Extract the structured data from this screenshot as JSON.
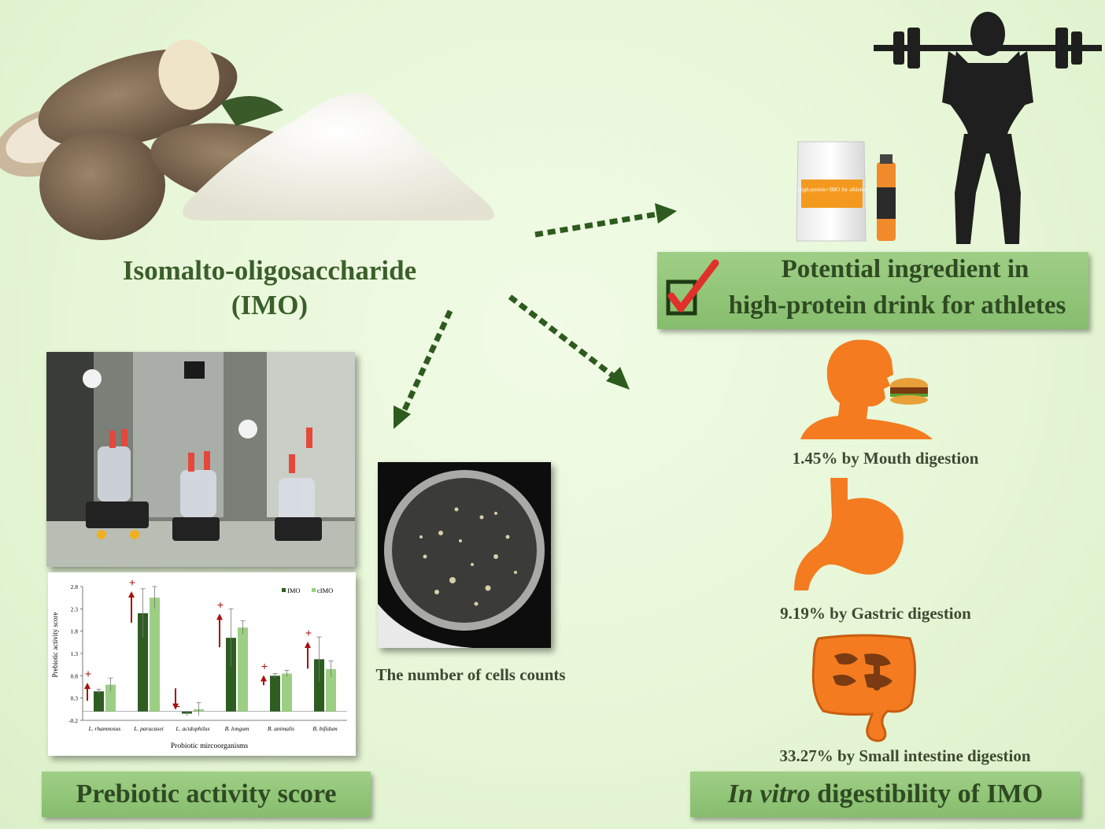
{
  "title": {
    "line1": "Isomalto-oligosaccharide",
    "line2": "(IMO)"
  },
  "athlete": {
    "line1": "Potential ingredient in",
    "line2": "high-protein drink for athletes",
    "bag_label": "High-protein+IMO for athletes"
  },
  "digestion": {
    "mouth": "1.45% by Mouth digestion",
    "gastric": "9.19% by Gastric digestion",
    "intestine": "33.27% by Small intestine digestion",
    "banner_italic": "In vitro",
    "banner_rest": " digestibility of IMO"
  },
  "cells_caption": "The number of cells counts",
  "prebiotic_banner": "Prebiotic activity score",
  "chart_data": {
    "type": "bar",
    "categories": [
      "L. rhamnosus",
      "L. paracasei",
      "L. acidophilus",
      "B. longum",
      "B. animalis",
      "B. bifidum"
    ],
    "series": [
      {
        "name": "IMO",
        "values": [
          0.45,
          2.2,
          -0.05,
          1.65,
          0.8,
          1.17
        ],
        "errors": [
          0.05,
          0.55,
          0.05,
          0.65,
          0.05,
          0.5
        ],
        "color": "#2e5d22"
      },
      {
        "name": "cIMO",
        "values": [
          0.6,
          2.55,
          0.05,
          1.88,
          0.85,
          0.95
        ],
        "errors": [
          0.15,
          0.25,
          0.15,
          0.15,
          0.07,
          0.18
        ],
        "color": "#9ccf83"
      }
    ],
    "signs": [
      "+",
      "+",
      "−",
      "+",
      "+",
      "+"
    ],
    "sign_directions": [
      "up",
      "up",
      "down",
      "up",
      "up",
      "up"
    ],
    "ylabel": "Prebiotic activity score",
    "xlabel": "Probiotic mircoorganisms",
    "yticks": [
      "2.8",
      "2.3",
      "1.8",
      "1.3",
      "0.8",
      "0.3",
      "-0.2"
    ],
    "ylim": [
      -0.2,
      2.8
    ],
    "legend_position": "top-right"
  }
}
